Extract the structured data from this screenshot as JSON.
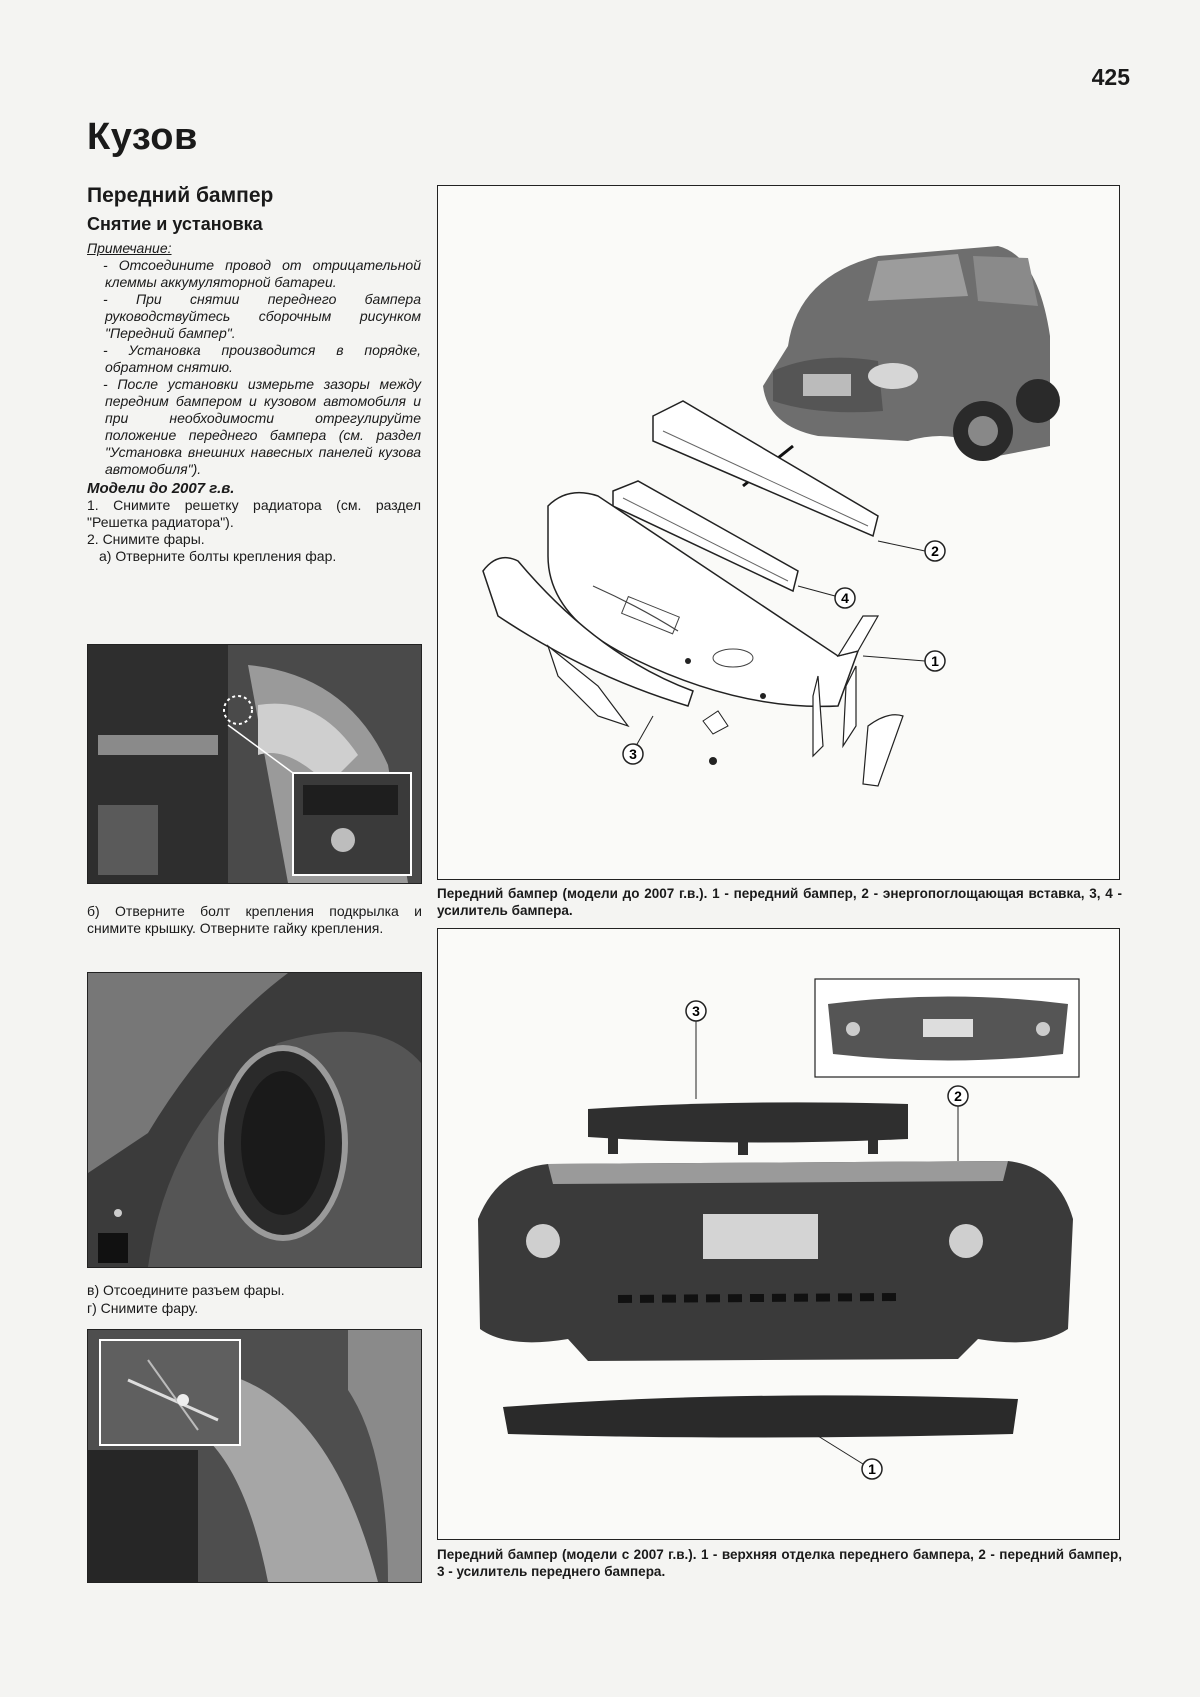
{
  "page_number": "425",
  "section_title": "Кузов",
  "subsection_title": "Передний бампер",
  "procedure_title": "Снятие и установка",
  "note": {
    "heading": "Примечание:",
    "items": [
      "- Отсоедините провод от отрицательной клеммы аккумуляторной батареи.",
      "- При снятии переднего бампера руководствуйтесь сборочным рисунком \"Передний бампер\".",
      "- Установка производится в порядке, обратном снятию.",
      "- После установки измерьте зазоры между передним бампером и кузовом автомобиля и при необходимости отрегулируйте положение переднего бампера (см. раздел \"Установка внешних навесных панелей кузова автомобиля\")."
    ]
  },
  "models_heading": "Модели до 2007 г.в.",
  "steps": {
    "step1": "1. Снимите решетку радиатора (см. раздел \"Решетка радиатора\").",
    "step2": "2. Снимите фары.",
    "step2a": "а) Отверните болты крепления фар.",
    "step2b": "б) Отверните болт крепления подкрылка и снимите крышку. Отверните гайку крепления.",
    "step2v": "в) Отсоедините разъем фары.",
    "step2g": "г) Снимите фару."
  },
  "figure1": {
    "caption": "Передний бампер (модели до 2007 г.в.). 1 - передний бампер, 2 - энергопоглощающая вставка, 3, 4 - усилитель бампера.",
    "callouts": [
      "1",
      "2",
      "3",
      "4"
    ]
  },
  "figure2": {
    "caption": "Передний бампер (модели с 2007 г.в.). 1 - верхняя отделка переднего бампера, 2 - передний бампер, 3 - усилитель переднего бампера.",
    "callouts": [
      "1",
      "2",
      "3"
    ]
  }
}
